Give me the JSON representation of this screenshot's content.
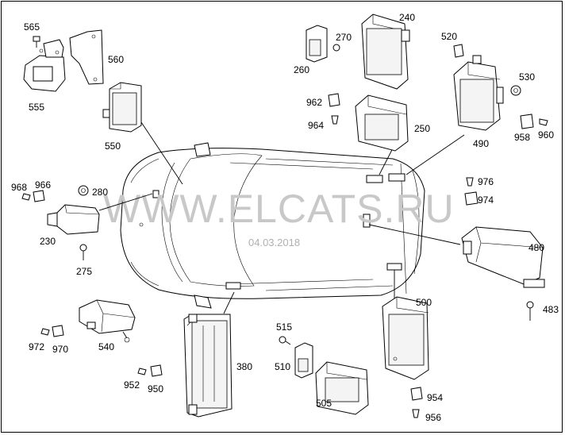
{
  "watermark": "WWW.ELCATS.RU",
  "date": "04.03.2018",
  "parts": {
    "p565": "565",
    "p560": "560",
    "p555": "555",
    "p550": "550",
    "p968": "968",
    "p966": "966",
    "p280": "280",
    "p230": "230",
    "p275": "275",
    "p972": "972",
    "p970": "970",
    "p540": "540",
    "p952": "952",
    "p950": "950",
    "p380": "380",
    "p515": "515",
    "p510": "510",
    "p505": "505",
    "p260": "260",
    "p270": "270",
    "p240": "240",
    "p962": "962",
    "p964": "964",
    "p250": "250",
    "p520": "520",
    "p530": "530",
    "p490": "490",
    "p958": "958",
    "p960": "960",
    "p976": "976",
    "p974": "974",
    "p480": "480",
    "p483": "483",
    "p500": "500",
    "p954": "954",
    "p956": "956"
  }
}
